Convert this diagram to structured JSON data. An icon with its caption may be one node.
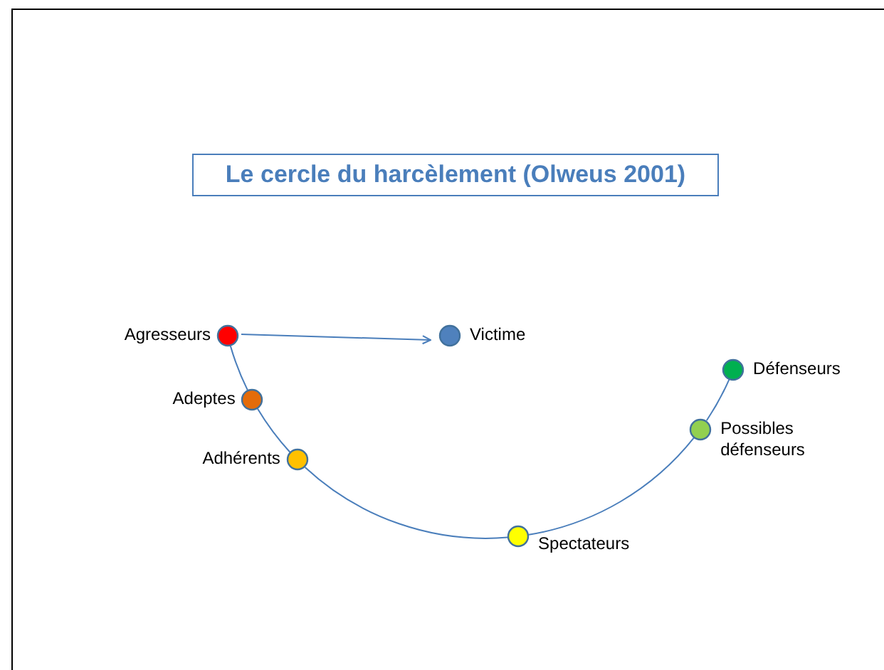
{
  "diagram": {
    "title": "Le cercle du harcèlement (Olweus 2001)",
    "nodes": [
      {
        "text": [],
        "shape": "circle",
        "beside": [
          "Agresseurs"
        ]
      },
      {
        "text": [],
        "shape": "circle",
        "beside": [
          "Victime"
        ]
      },
      {
        "text": [],
        "shape": "circle",
        "beside": [
          "Défenseurs"
        ]
      },
      {
        "text": [],
        "shape": "circle",
        "beside": [
          "Adeptes"
        ]
      },
      {
        "text": [],
        "shape": "circle",
        "beside": [
          "Possibles défenseurs"
        ]
      },
      {
        "text": [],
        "shape": "circle",
        "beside": [
          "Adhérents"
        ]
      },
      {
        "text": [],
        "shape": "circle",
        "beside": [
          "Spectateurs"
        ]
      }
    ],
    "edges": [
      {
        "from": 0,
        "to": 1,
        "arrow": "to"
      },
      {
        "from": 0,
        "to": 3,
        "arrow": "none"
      },
      {
        "from": 3,
        "to": 5,
        "arrow": "none"
      },
      {
        "from": 5,
        "to": 6,
        "arrow": "none"
      },
      {
        "from": 6,
        "to": 4,
        "arrow": "none"
      },
      {
        "from": 4,
        "to": 2,
        "arrow": "none"
      }
    ]
  }
}
